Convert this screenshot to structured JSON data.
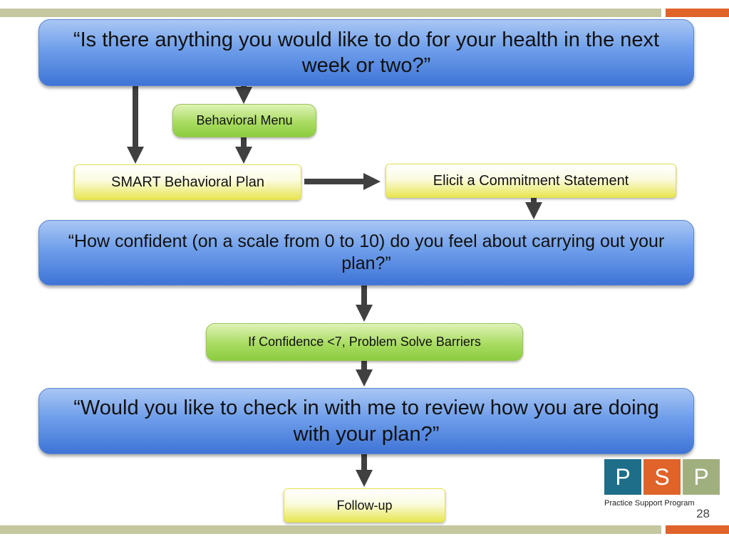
{
  "diagram": {
    "question_1": "“Is there anything you would like to do for your health in the next week or two?”",
    "behavioral_menu": "Behavioral Menu",
    "smart_plan": "SMART Behavioral Plan",
    "commitment": "Elicit a Commitment Statement",
    "question_2": "“How confident (on a scale from 0 to 10) do you feel about carrying out your plan?”",
    "barriers": "If Confidence <7, Problem Solve Barriers",
    "question_3": "“Would you like to check in with me to review how you are doing with your plan?”",
    "follow_up": "Follow-up"
  },
  "logo": {
    "letters": [
      "P",
      "S",
      "P"
    ],
    "caption": "Practice Support Program"
  },
  "slide": {
    "page_number": "28"
  },
  "colors": {
    "olive_bar": "#c5c7a0",
    "orange_accent": "#e0632a",
    "arrow": "#404040",
    "logo_teal": "#1e6e8a",
    "logo_orange": "#e0632a",
    "logo_sage": "#9fb07e"
  }
}
